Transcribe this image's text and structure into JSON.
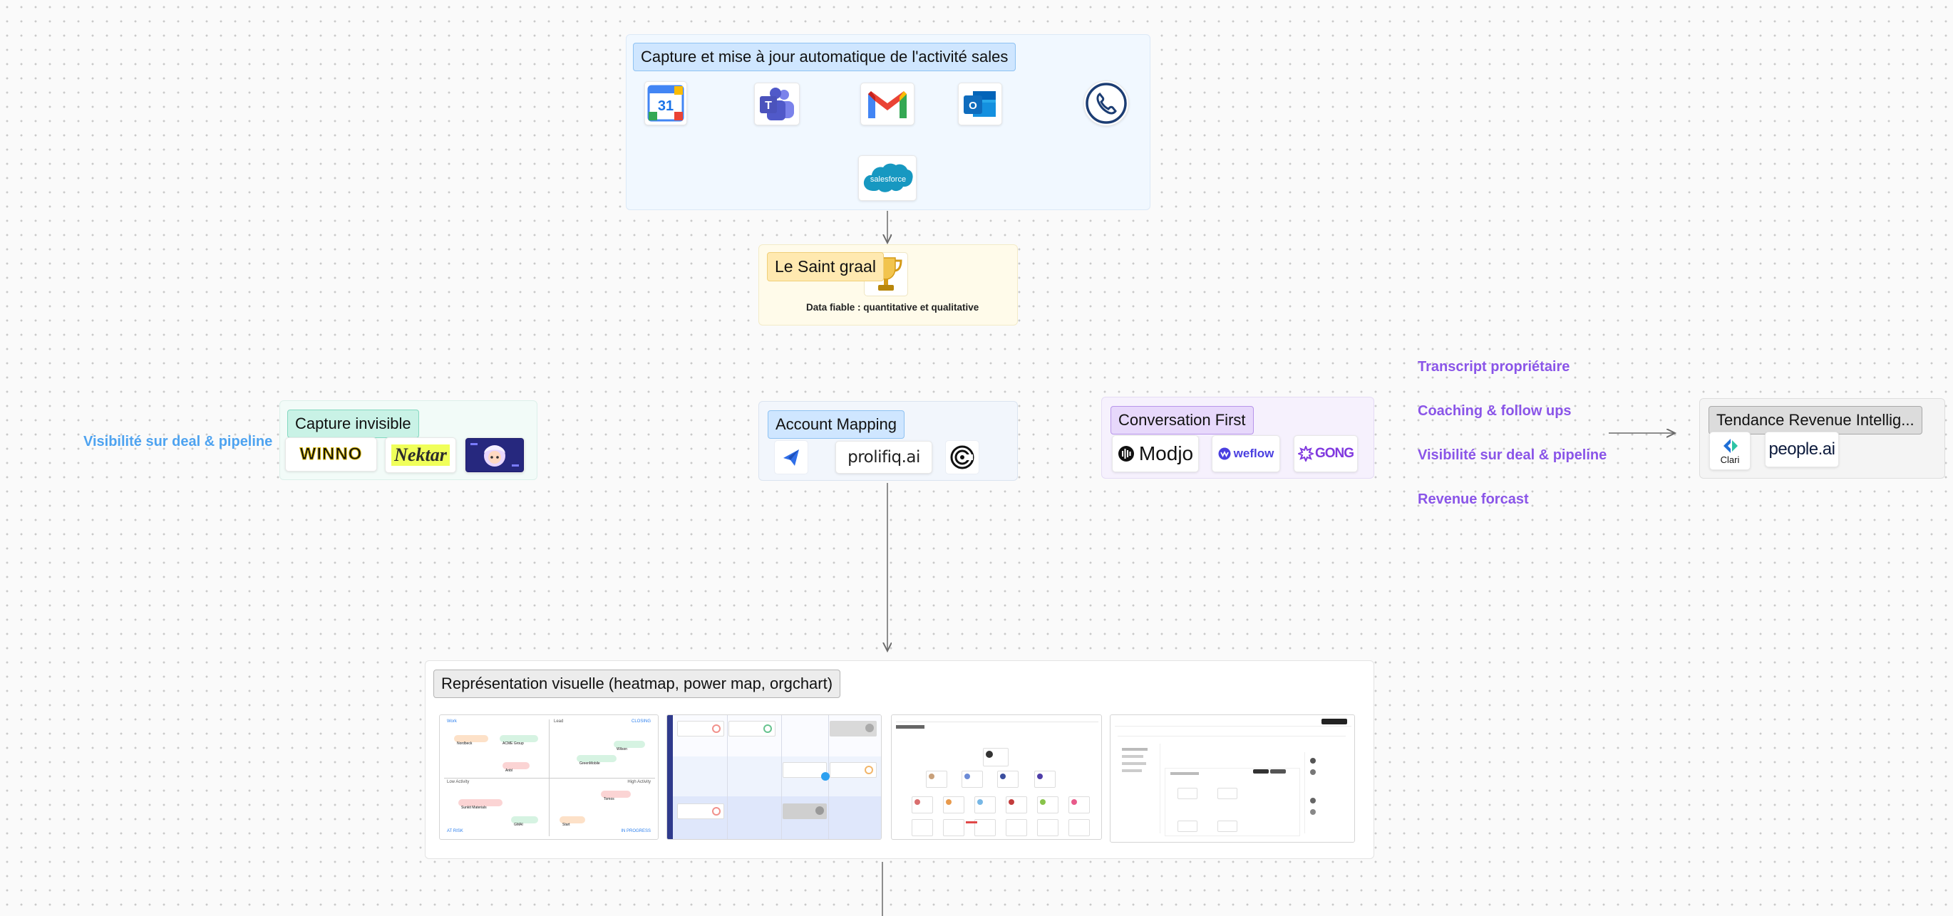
{
  "frames": {
    "capture_auto": {
      "title": "Capture et mise à jour automatique de l'activité sales",
      "icons": [
        "google-calendar-icon",
        "microsoft-teams-icon",
        "gmail-icon",
        "outlook-icon",
        "phone-icon"
      ],
      "calendar_day": "31",
      "teams_letter": "T",
      "outlook_letter": "O",
      "target_label": "salesforce",
      "target_icon": "salesforce-icon"
    },
    "graal": {
      "title": "Le Saint graal",
      "caption": "Data fiable  : quantitative et qualitative",
      "icon": "trophy-icon"
    },
    "invisible": {
      "title": "Capture invisible",
      "logos": [
        "WINNO",
        "Nektar"
      ],
      "image_icon": "anime-character-icon"
    },
    "account": {
      "title": "Account Mapping",
      "logos": [
        "prolifiq.ai"
      ],
      "icons": [
        "paper-plane-icon",
        "circular-logo-icon"
      ]
    },
    "conversation": {
      "title": "Conversation First",
      "logos": [
        "Modjo",
        "weflow",
        "GONG"
      ]
    },
    "tendance": {
      "title": "Tendance Revenue Intellig...",
      "logos": [
        "Clari",
        "people.ai"
      ]
    },
    "visual": {
      "title": "Représentation visuelle (heatmap, power map, orgchart)",
      "heatmap": {
        "quadrants": [
          "Work",
          "Lead",
          "CLOSING",
          "Low Activity",
          "High Activity",
          "AT RISK",
          "IN PROGRESS"
        ],
        "chips": [
          "Nordbeck",
          "ACME Group",
          "Wilson",
          "Anbl",
          "GreenMobile",
          "Tomos",
          "Sunkit Materials",
          "GMAI",
          "Start"
        ]
      }
    }
  },
  "side_text": {
    "left": "Visibilité sur deal & pipeline",
    "right": [
      "Transcript propriétaire",
      "Coaching & follow ups",
      "Visibilité sur deal & pipeline",
      "Revenue forcast"
    ]
  },
  "colors": {
    "side_blue": "#4ea3f0",
    "side_purple": "#8a55e8",
    "connector": "#6a6a6a",
    "salesforce": "#1798c1",
    "gmail_red": "#ea4335",
    "teams": "#5059c9",
    "outlook": "#0f6cbd"
  }
}
